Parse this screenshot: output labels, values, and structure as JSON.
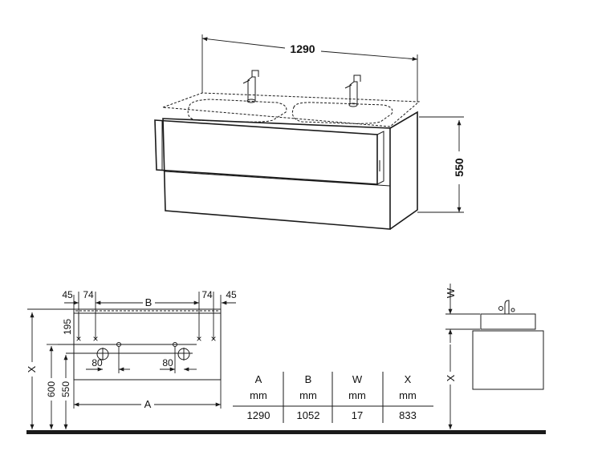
{
  "iso_view": {
    "width_label": "1290",
    "height_label": "550"
  },
  "plan_view": {
    "left_margin_label": "45",
    "left_offset_label": "74",
    "b_label": "B",
    "right_offset_label": "74",
    "right_margin_label": "45",
    "depth_label": "195",
    "x_label": "X",
    "floor_to_top_label": "600",
    "floor_to_cabinet_label": "550",
    "spacing_left_label": "80",
    "spacing_right_label": "80",
    "a_label": "A"
  },
  "side_view": {
    "w_label": "W",
    "x_label": "X"
  },
  "table": {
    "columns": [
      "A",
      "B",
      "W",
      "X"
    ],
    "units": [
      "mm",
      "mm",
      "mm",
      "mm"
    ],
    "values": [
      "1290",
      "1052",
      "17",
      "833"
    ]
  },
  "colors": {
    "line": "#1a1a1a",
    "background": "#ffffff"
  }
}
